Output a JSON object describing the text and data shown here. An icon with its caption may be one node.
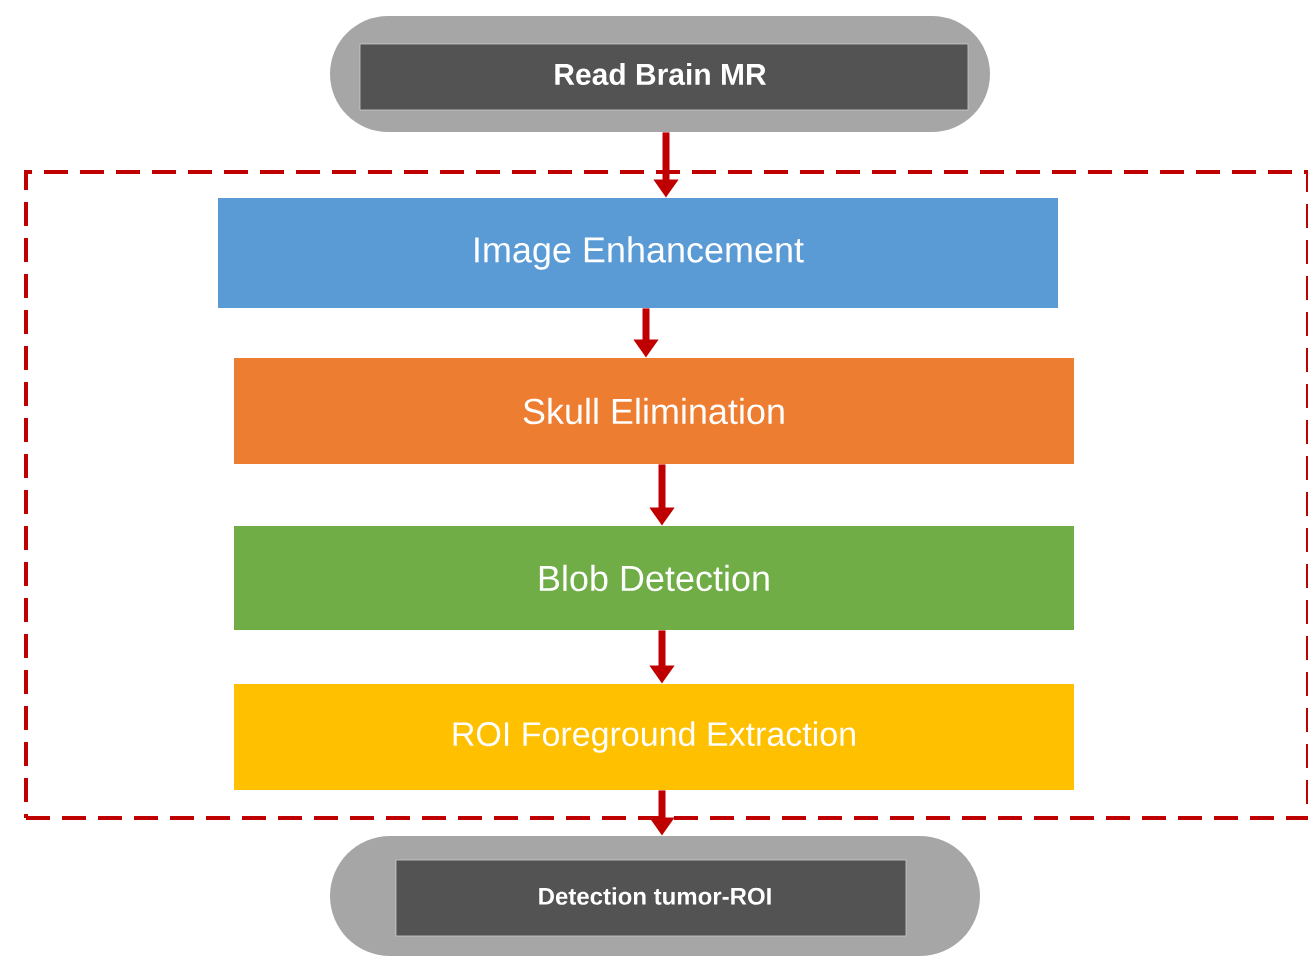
{
  "diagram": {
    "nodes": [
      {
        "text": [
          "Read Brain MR"
        ]
      },
      {
        "text": [],
        "shape": "box"
      },
      {
        "text": [
          "Image Enhancement"
        ],
        "in": 1
      },
      {
        "text": [
          "Skull Elimination"
        ],
        "in": 1
      },
      {
        "text": [
          "Blob Detection"
        ],
        "in": 1
      },
      {
        "text": [
          "ROI Foreground Extraction"
        ],
        "in": 1
      },
      {
        "text": [
          "Detection tumor-ROI"
        ]
      }
    ],
    "edges": [
      {
        "from": 0,
        "to": 2,
        "arrow": "to"
      },
      {
        "from": 2,
        "to": 3,
        "arrow": "to"
      },
      {
        "from": 3,
        "to": 4,
        "arrow": "to"
      },
      {
        "from": 4,
        "to": 5,
        "arrow": "to"
      },
      {
        "from": 5,
        "to": 6,
        "arrow": "to"
      }
    ]
  }
}
